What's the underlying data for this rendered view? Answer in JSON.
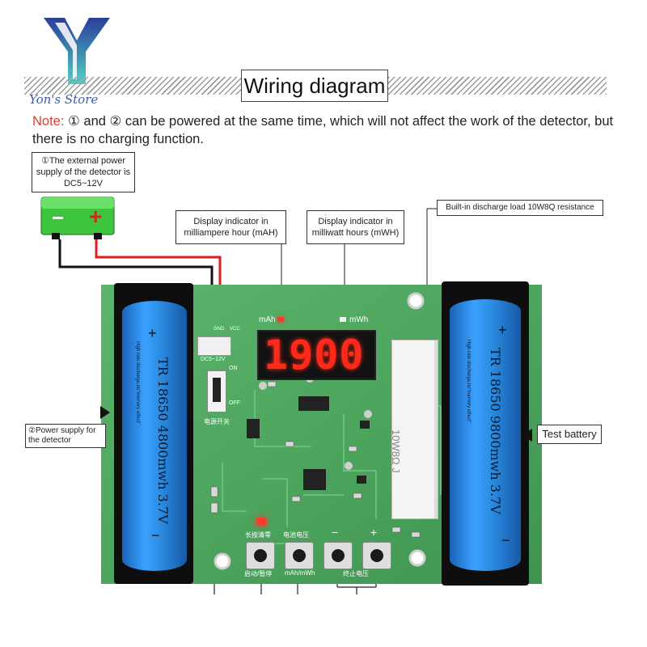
{
  "brand": {
    "name": "Yon's Store"
  },
  "header": {
    "title": "Wiring diagram"
  },
  "note": {
    "label": "Note:",
    "text": "① and ② can be powered at the same time, which will not affect the work of the detector, but there is no charging function."
  },
  "callouts": {
    "external_power": "①The external power supply of the detector is DC5~12V",
    "mah_indicator": "Display indicator in milliampere hour (mAH)",
    "mwh_indicator": "Display indicator in milliwatt hours (mWH)",
    "discharge_load": "Built-in discharge load 10W8Q resistance",
    "power_supply": "②Power supply for the detector",
    "test_battery": "Test battery"
  },
  "power_box": {
    "minus": "−",
    "plus": "+"
  },
  "display": {
    "value": "1900"
  },
  "board": {
    "mah_label": "mAh",
    "mwh_label": "mWh",
    "gnd_label": "GND",
    "vcc_label": "VCC",
    "dc_label": "DC5~12V",
    "on_label": "ON",
    "off_label": "OFF",
    "switch_label": "电源开关",
    "btn1_top": "长按清零",
    "btn2_top": "电池电压",
    "btn1_bottom": "启动/暂停",
    "btn2_bottom": "mAh/mWh",
    "btn34_bottom": "终止电压",
    "btn3_sign": "−",
    "btn4_sign": "+",
    "resistor_text": "10W8Ω J"
  },
  "batteries": {
    "left": {
      "text": "TR 18650 4800mwh 3.7V",
      "small": "High rate discharge,no\"memory effect\"",
      "plus": "+",
      "minus": "−"
    },
    "right": {
      "text": "TR 18650 9800mwh 3.7V",
      "small": "High rate discharge,no\"memory effect\"",
      "plus": "+",
      "minus": "−"
    }
  },
  "colors": {
    "board": "#4ea55f",
    "battery": "#2a8be0",
    "segment": "#ff2a1a",
    "power_box": "#3cc43c"
  }
}
